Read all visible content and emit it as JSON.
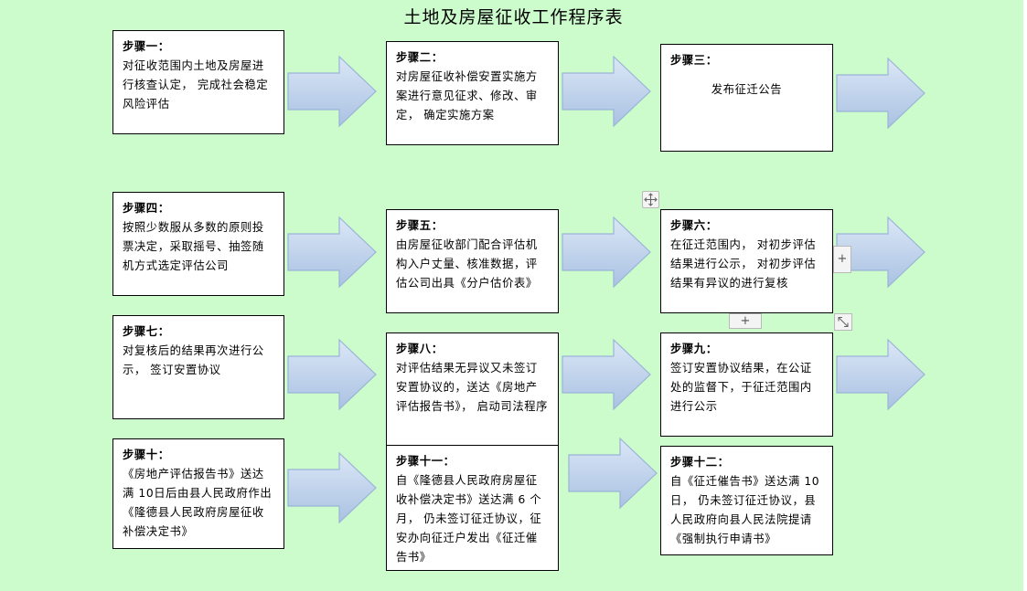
{
  "title": "土地及房屋征收工作程序表",
  "steps": [
    {
      "head": "步骤一：",
      "body": "对征收范围内土地及房屋进行核查认定，  完成社会稳定风险评估"
    },
    {
      "head": "步骤二：",
      "body": "对房屋征收补偿安置实施方案进行意见征求、修改、审定，  确定实施方案"
    },
    {
      "head": "步骤三：",
      "body": "发布征迁公告"
    },
    {
      "head": "步骤四：",
      "body": "按照少数服从多数的原则投票决定，采取摇号、抽签随机方式选定评估公司"
    },
    {
      "head": "步骤五：",
      "body": "由房屋征收部门配合评估机构入户丈量、核准数据，评估公司出具《分户估价表》"
    },
    {
      "head": "步骤六：",
      "body": "在征迁范围内，  对初步评估结果进行公示，  对初步评估结果有异议的进行复核"
    },
    {
      "head": "步骤七：",
      "body": "对复核后的结果再次进行公示，  签订安置协议"
    },
    {
      "head": "步骤八：",
      "body": "对评估结果无异议又未签订安置协议的，送达《房地产评估报告书》，  启动司法程序"
    },
    {
      "head": "步骤九：",
      "body": "签订安置协议结果，在公证处的监督下，于征迁范围内进行公示"
    },
    {
      "head": "步骤十：",
      "body": "《房地产评估报告书》送达满 10日后由县人民政府作出《隆德县人民政府房屋征收补偿决定书》"
    },
    {
      "head": "步骤十一：",
      "body": "自《隆德县人民政府房屋征收补偿决定书》送达满 6 个月，  仍未签订征迁协议，征安办向征迁户发出《征迁催告书》"
    },
    {
      "head": "步骤十二：",
      "body": "自《征迁催告书》送达满 10日，  仍未签订征迁协议，县人民政府向县人民法院提请《强制执行申请书》"
    }
  ],
  "editor_controls": {
    "move_icon": "move-icon",
    "add_label": "+",
    "resize_icon": "resize-icon"
  },
  "colors": {
    "background": "#ccfccc",
    "arrow_fill": "#c2d4ec",
    "arrow_stroke": "#9ab4d8"
  }
}
